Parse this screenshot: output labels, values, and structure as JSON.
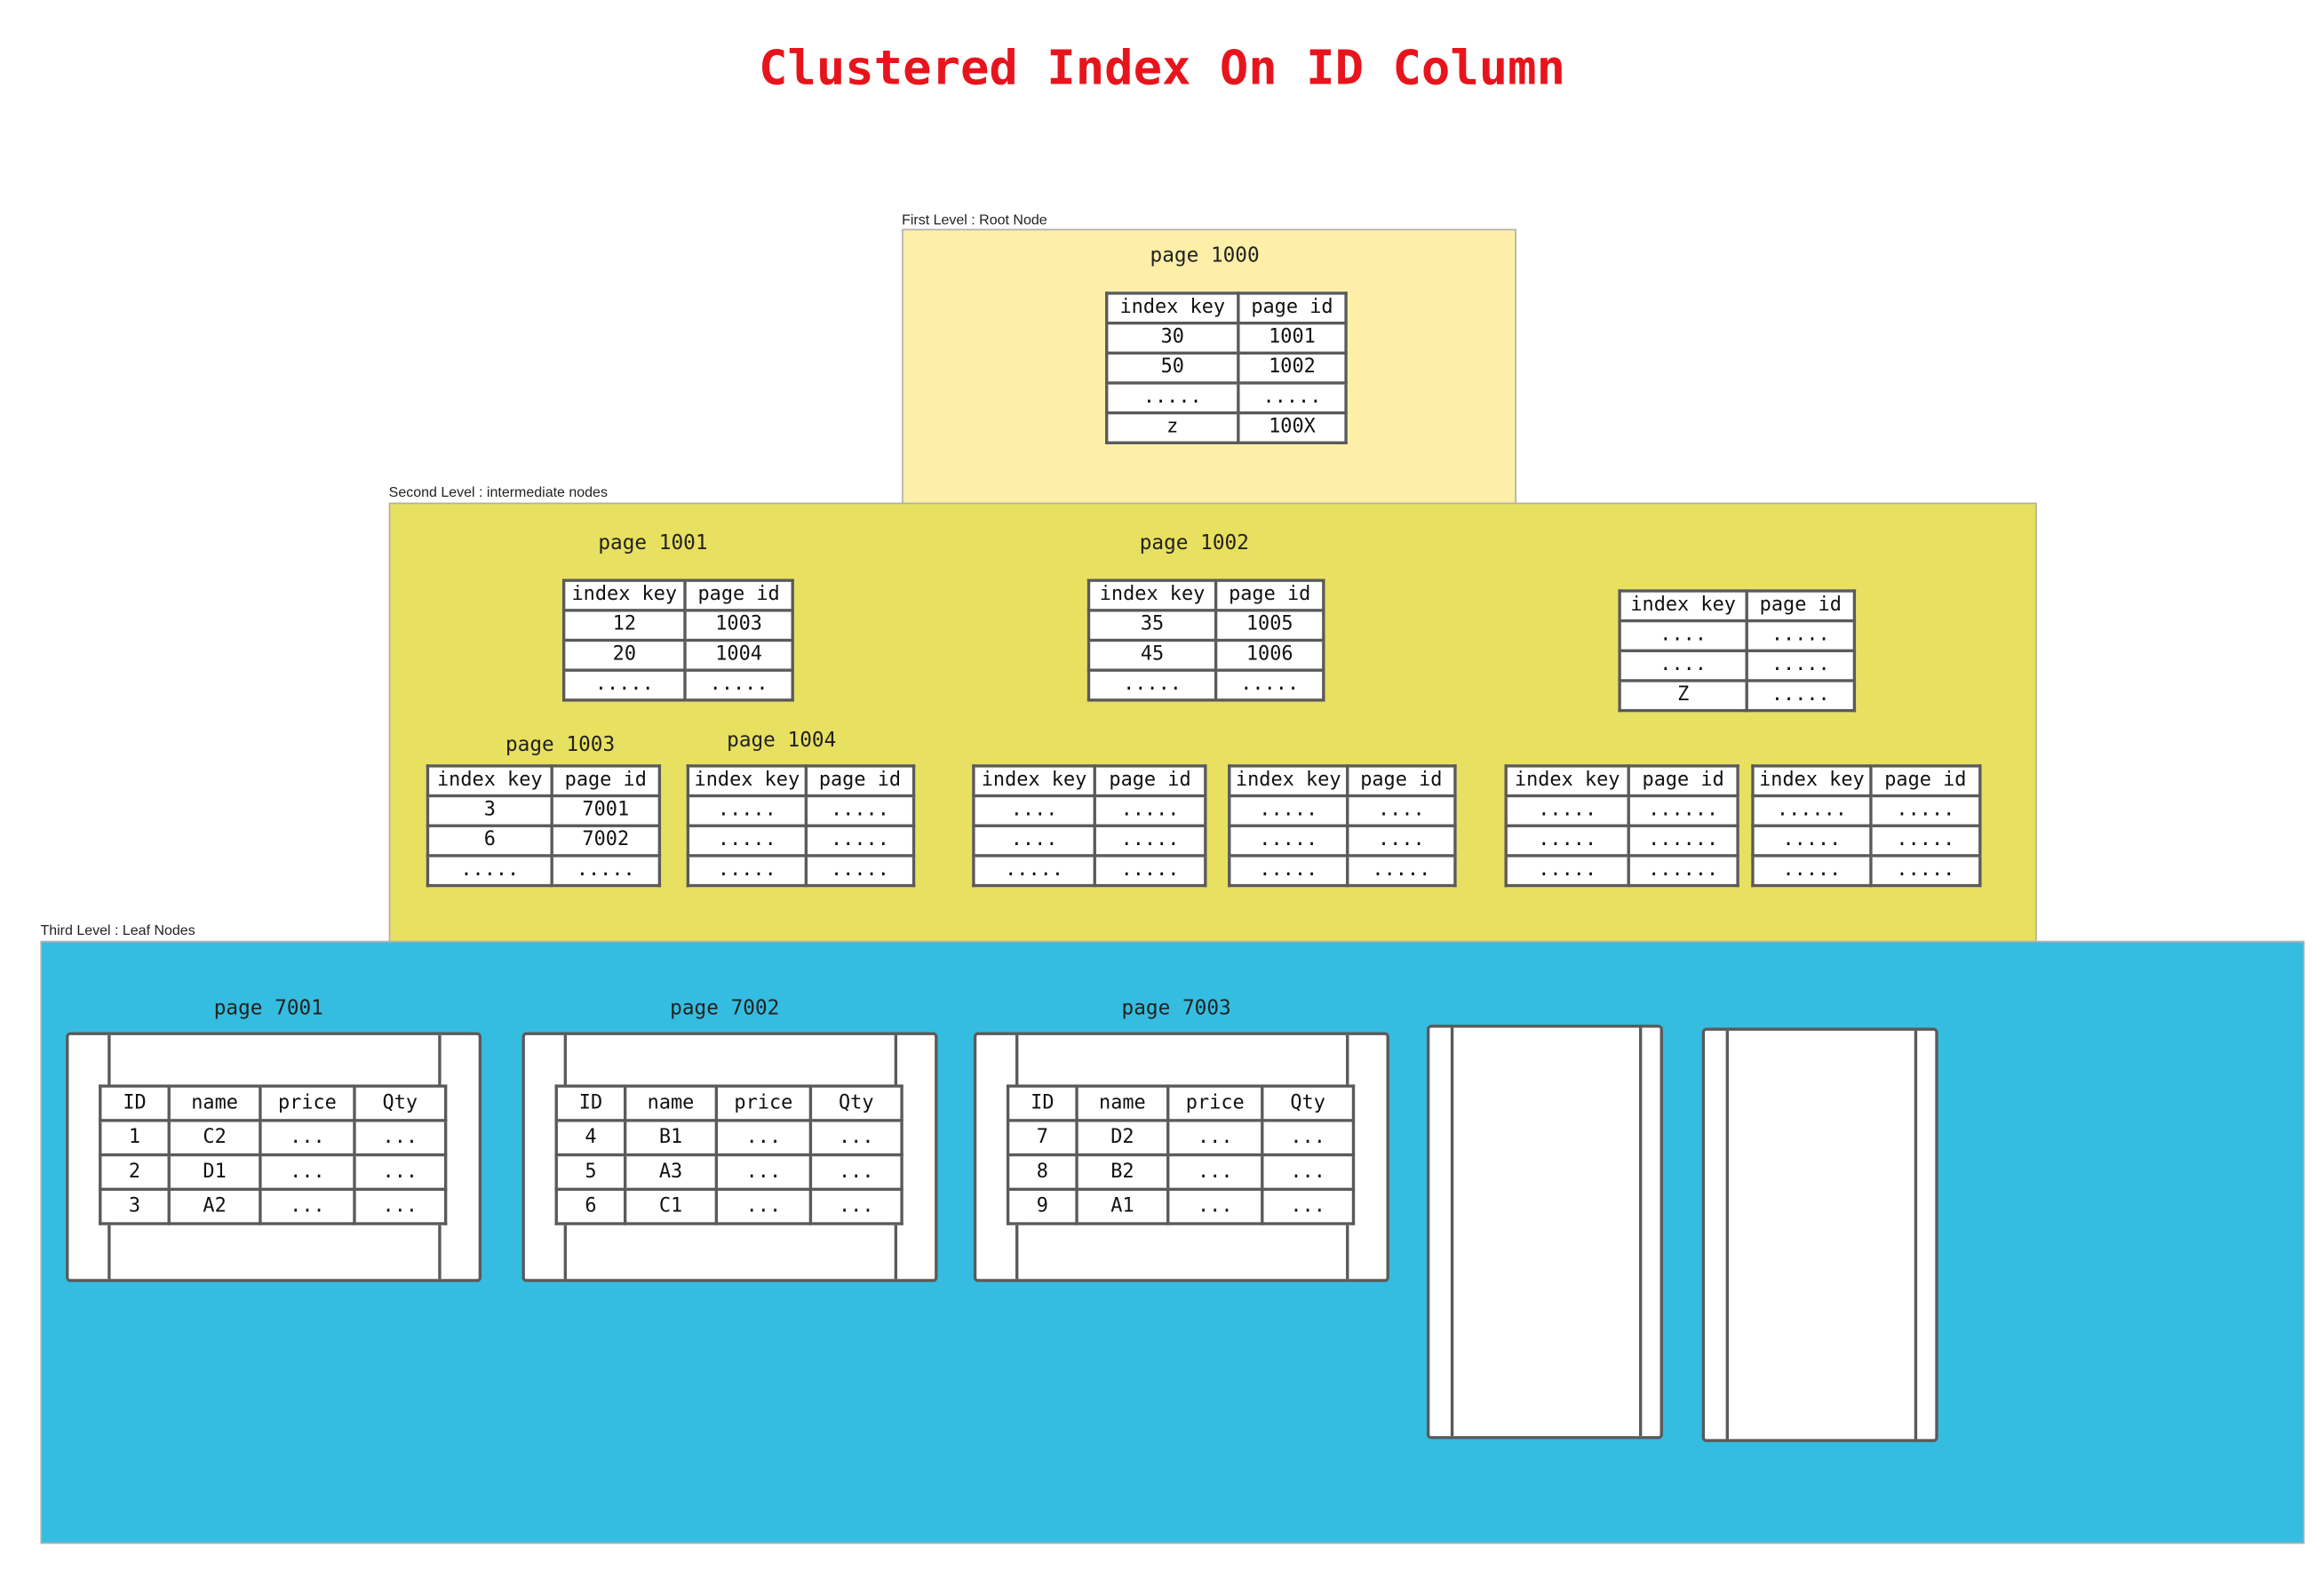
{
  "title": "Clustered Index On ID Column",
  "colors": {
    "title": "#e8141c",
    "root_bg": "#fdefa8",
    "intermediate_bg": "#e8e060",
    "leaf_bg": "#34bde0",
    "border": "#5a5a5a"
  },
  "levels": {
    "root": "First Level : Root Node",
    "intermediate": "Second Level : intermediate nodes",
    "leaf": "Third Level : Leaf Nodes"
  },
  "index_header": {
    "key": "index key",
    "page": "page id"
  },
  "leaf_header": {
    "id": "ID",
    "name": "name",
    "price": "price",
    "qty": "Qty"
  },
  "root": {
    "label": "page 1000",
    "rows": [
      [
        "30",
        "1001"
      ],
      [
        "50",
        "1002"
      ],
      [
        ".....",
        "....."
      ],
      [
        "z",
        "100X"
      ]
    ]
  },
  "intermediate": [
    {
      "label": "page 1001",
      "rows": [
        [
          "12",
          "1003"
        ],
        [
          "20",
          "1004"
        ],
        [
          ".....",
          "....."
        ]
      ]
    },
    {
      "label": "page 1002",
      "rows": [
        [
          "35",
          "1005"
        ],
        [
          "45",
          "1006"
        ],
        [
          ".....",
          "....."
        ]
      ]
    },
    {
      "label": "",
      "rows": [
        [
          "....",
          "....."
        ],
        [
          "....",
          "....."
        ],
        [
          "Z",
          "....."
        ]
      ]
    }
  ],
  "sub_pages": [
    {
      "label": "page 1003",
      "rows": [
        [
          "3",
          "7001"
        ],
        [
          "6",
          "7002"
        ],
        [
          ".....",
          "....."
        ]
      ]
    },
    {
      "label": "page 1004",
      "rows": [
        [
          ".....",
          "....."
        ],
        [
          ".....",
          "....."
        ],
        [
          ".....",
          "....."
        ]
      ]
    },
    {
      "label": "",
      "rows": [
        [
          "....",
          "....."
        ],
        [
          "....",
          "....."
        ],
        [
          ".....",
          "....."
        ]
      ]
    },
    {
      "label": "",
      "rows": [
        [
          ".....",
          "...."
        ],
        [
          ".....",
          "...."
        ],
        [
          ".....",
          "....."
        ]
      ]
    },
    {
      "label": "",
      "rows": [
        [
          ".....",
          "......"
        ],
        [
          ".....",
          "......"
        ],
        [
          ".....",
          "......"
        ]
      ]
    },
    {
      "label": "",
      "rows": [
        [
          "......",
          "....."
        ],
        [
          ".....",
          "....."
        ],
        [
          ".....",
          "....."
        ]
      ]
    }
  ],
  "leaves": [
    {
      "label": "page 7001",
      "rows": [
        [
          "1",
          "C2",
          "...",
          "..."
        ],
        [
          "2",
          "D1",
          "...",
          "..."
        ],
        [
          "3",
          "A2",
          "...",
          "..."
        ]
      ]
    },
    {
      "label": "page 7002",
      "rows": [
        [
          "4",
          "B1",
          "...",
          "..."
        ],
        [
          "5",
          "A3",
          "...",
          "..."
        ],
        [
          "6",
          "C1",
          "...",
          "..."
        ]
      ]
    },
    {
      "label": "page 7003",
      "rows": [
        [
          "7",
          "D2",
          "...",
          "..."
        ],
        [
          "8",
          "B2",
          "...",
          "..."
        ],
        [
          "9",
          "A1",
          "...",
          "..."
        ]
      ]
    }
  ]
}
